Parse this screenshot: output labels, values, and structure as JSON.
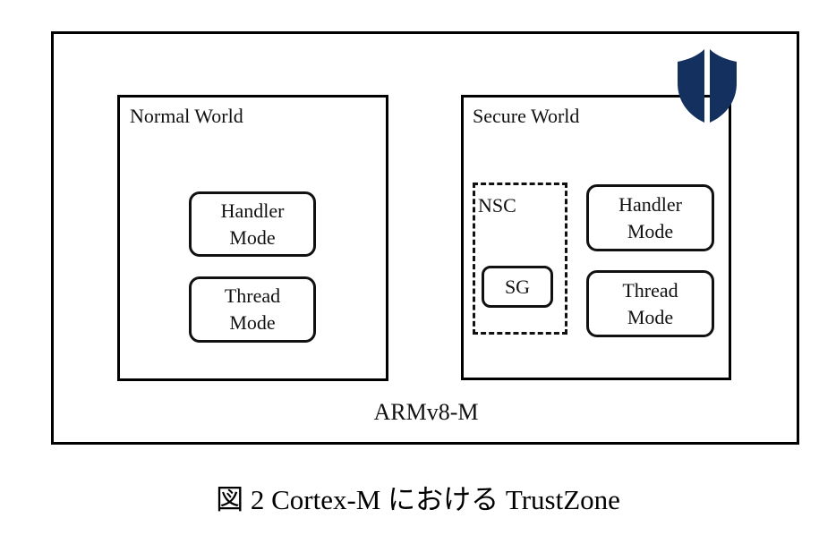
{
  "diagram": {
    "architecture_label": "ARMv8-M",
    "caption": "図 2 Cortex-M における TrustZone",
    "normal_world": {
      "label": "Normal World",
      "modes": [
        {
          "line1": "Handler",
          "line2": "Mode"
        },
        {
          "line1": "Thread",
          "line2": "Mode"
        }
      ]
    },
    "secure_world": {
      "label": "Secure World",
      "icon": "shield-icon",
      "shield_color": "#14305f",
      "nsc": {
        "label": "NSC",
        "entry_label": "SG"
      },
      "modes": [
        {
          "line1": "Handler",
          "line2": "Mode"
        },
        {
          "line1": "Thread",
          "line2": "Mode"
        }
      ]
    }
  }
}
